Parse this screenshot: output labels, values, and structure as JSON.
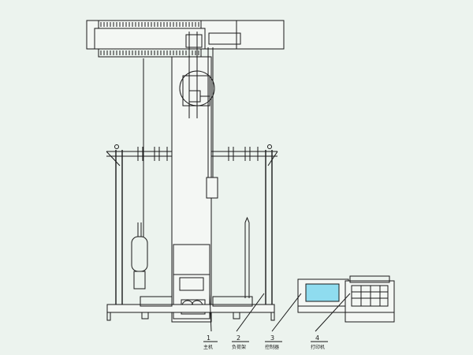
{
  "callouts": [
    {
      "num": "1",
      "label": "主机"
    },
    {
      "num": "2",
      "label": "负荷架"
    },
    {
      "num": "3",
      "label": "控制器"
    },
    {
      "num": "4",
      "label": "打印机"
    }
  ],
  "colors": {
    "background": "#ecf3ee",
    "line": "#1a1a1a",
    "screen": "#8fdcef"
  }
}
